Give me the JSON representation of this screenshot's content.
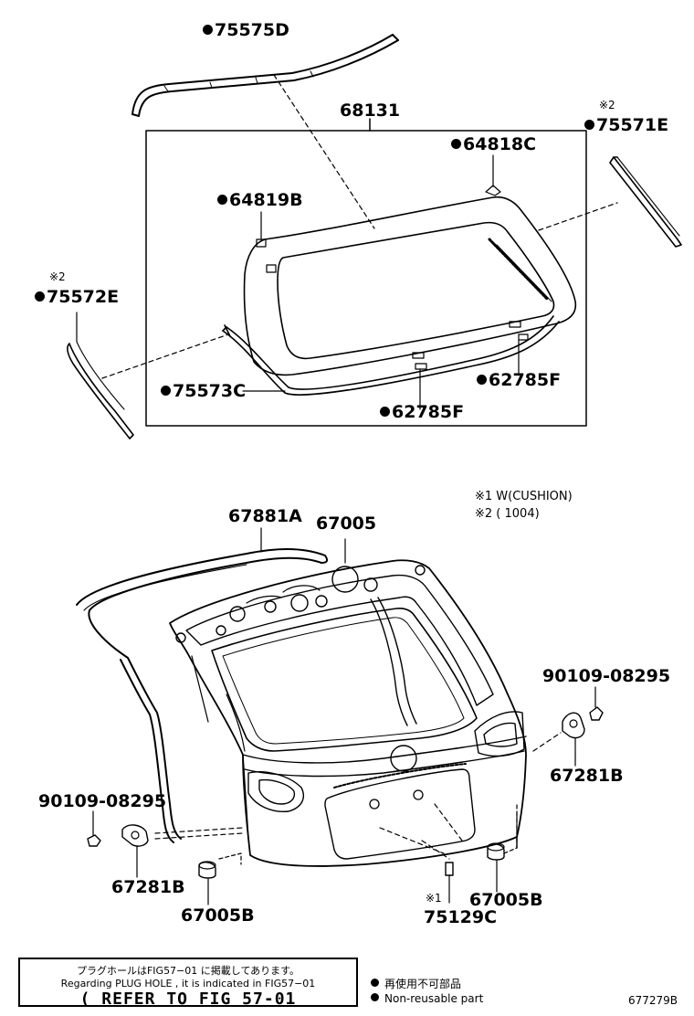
{
  "parts": {
    "p75575D": "75575D",
    "p68131": "68131",
    "p64818C": "64818C",
    "p75571E": "75571E",
    "p64819B": "64819B",
    "p75572E": "75572E",
    "p75573C": "75573C",
    "p62785F_a": "62785F",
    "p62785F_b": "62785F",
    "p67881A": "67881A",
    "p67005": "67005",
    "p90109_right": "90109-08295",
    "p67281B_right": "67281B",
    "p90109_left": "90109-08295",
    "p67281B_left": "67281B",
    "p67005B_left": "67005B",
    "p67005B_right": "67005B",
    "p75129C": "75129C"
  },
  "marks": {
    "m2_top_right": "※2",
    "m2_left": "※2",
    "m1_bottom": "※1"
  },
  "notes": {
    "note1": "※1 W(CUSHION)",
    "note2": "※2 (          1004)"
  },
  "reference": {
    "line1": "プラグホールはFIG57−01 に掲載してあります。",
    "line2": "Regarding  PLUG  HOLE  , it  is  indicated  in  FIG57−01",
    "line3": "( REFER TO FIG 57-01"
  },
  "legend": {
    "jp": "再使用不可部品",
    "en": "Non-reusable part"
  },
  "figure_id": "677279B",
  "colors": {
    "ink": "#000000",
    "paper": "#ffffff"
  }
}
